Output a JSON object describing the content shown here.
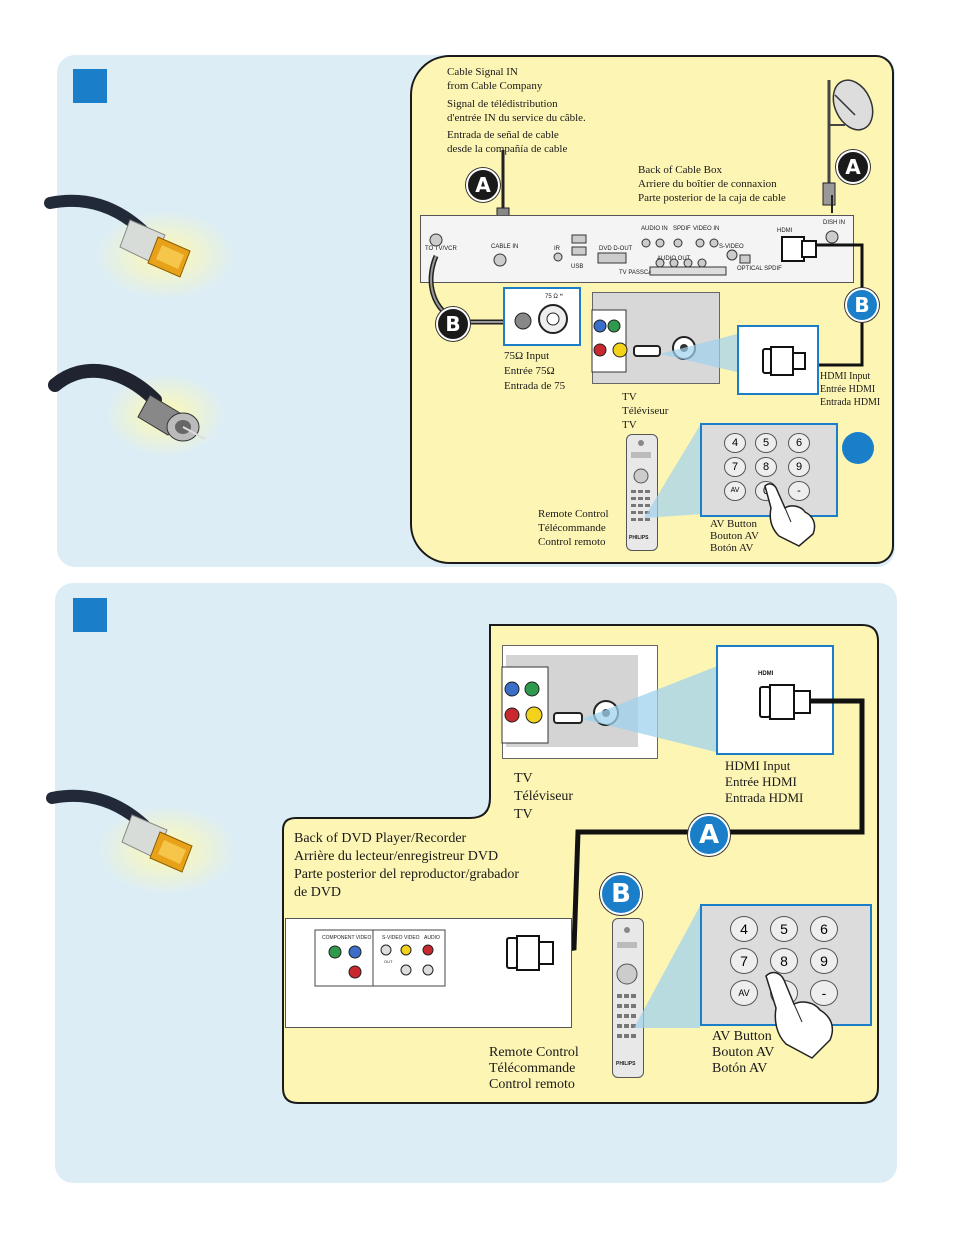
{
  "step1": {
    "cable_signal": {
      "en_line1": "Cable Signal IN",
      "en_line2": "from Cable Company",
      "fr_line1": "Signal de télédistribution",
      "fr_line2": "d'entrée IN du service du câble.",
      "es_line1": "Entrada de señal de cable",
      "es_line2": "desde la compañía de cable"
    },
    "back_cable_box": {
      "en": "Back of Cable Box",
      "fr": "Arriere du boîtier de connaxion",
      "es": "Parte posterior de la caja de cable"
    },
    "input75": {
      "en": "75Ω Input",
      "fr": "Entrée 75Ω",
      "es": "Entrada de 75"
    },
    "hdmi_input": {
      "en": "HDMI Input",
      "fr": "Entrée HDMI",
      "es": "Entrada HDMI"
    },
    "tv": {
      "en": "TV",
      "fr": "Téléviseur",
      "es": "TV"
    },
    "remote": {
      "en": "Remote Control",
      "fr": "Télécommande",
      "es": "Control remoto"
    },
    "av_button": {
      "en": "AV Button",
      "fr": "Bouton AV",
      "es": "Botón AV"
    },
    "badges": {
      "a1": "A",
      "a2": "A",
      "b1": "B",
      "b2": "B"
    },
    "box_labels": {
      "to_tv": "TO TV/VCR",
      "cable_in": "CABLE IN",
      "ir": "IR",
      "usb": "USB",
      "dvd_out": "DVD D-OUT",
      "tv_passcard": "TV PASSCARD",
      "audio_in": "AUDIO IN",
      "spdif": "SPDIF",
      "video_in": "VIDEO IN",
      "audio_out": "AUDIO OUT",
      "svideo": "S-VIDEO",
      "optical": "OPTICAL SPDIF",
      "hdmi": "HDMI",
      "dish_in": "DISH IN",
      "ohm75": "75 Ω ꟸ"
    }
  },
  "step2": {
    "tv": {
      "en": "TV",
      "fr": "Téléviseur",
      "es": "TV"
    },
    "hdmi_input": {
      "en": "HDMI Input",
      "fr": "Entrée HDMI",
      "es": "Entrada HDMI"
    },
    "back_dvd": {
      "line1": "Back of DVD Player/Recorder",
      "line2": "Arrière du lecteur/enregistreur DVD",
      "line3": "Parte posterior del reproductor/grabador",
      "line4": "de DVD"
    },
    "remote": {
      "en": "Remote Control",
      "fr": "Télécommande",
      "es": "Control remoto"
    },
    "av_button": {
      "en": "AV Button",
      "fr": "Bouton AV",
      "es": "Botón AV"
    },
    "badges": {
      "a": "A",
      "b": "B"
    },
    "hdmi_label": "HDMI",
    "dvd_labels": {
      "component": "COMPONENT VIDEO",
      "svideo": "S-VIDEO",
      "video": "VIDEO",
      "audio": "AUDIO",
      "out": "OUT"
    }
  },
  "keypad": {
    "k4": "4",
    "k5": "5",
    "k6": "6",
    "k7": "7",
    "k8": "8",
    "k9": "9",
    "av": "AV",
    "k0": "0",
    "dash": "-"
  },
  "brand": "PHILIPS",
  "colors": {
    "panel": "#dcedf6",
    "yellow": "#fdf5b4",
    "accent": "#1a7fc8",
    "hdmi_gold": "#e8a21a"
  }
}
